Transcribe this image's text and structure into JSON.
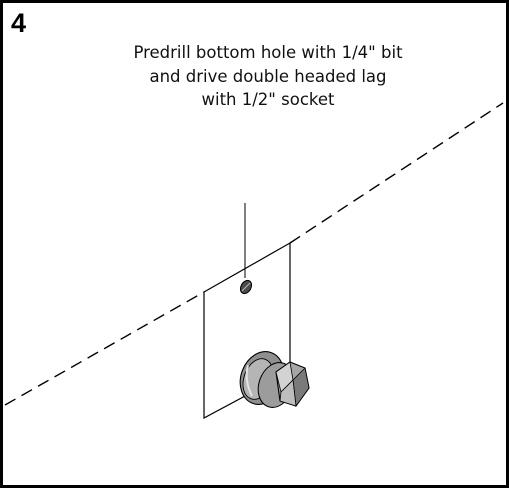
{
  "step": {
    "number": "4",
    "instruction_lines": [
      "Predrill bottom hole with 1/4\" bit",
      "and drive double headed lag",
      "with 1/2\" socket"
    ]
  },
  "colors": {
    "line": "#000000",
    "lag_body": "#a6a6a6",
    "lag_highlight": "#d9d9d9",
    "lag_shadow": "#6e6e6e",
    "background": "#ffffff"
  },
  "icons": {
    "pilot_hole": "pilot-hole-icon",
    "lag_bolt": "double-headed-lag-icon"
  }
}
